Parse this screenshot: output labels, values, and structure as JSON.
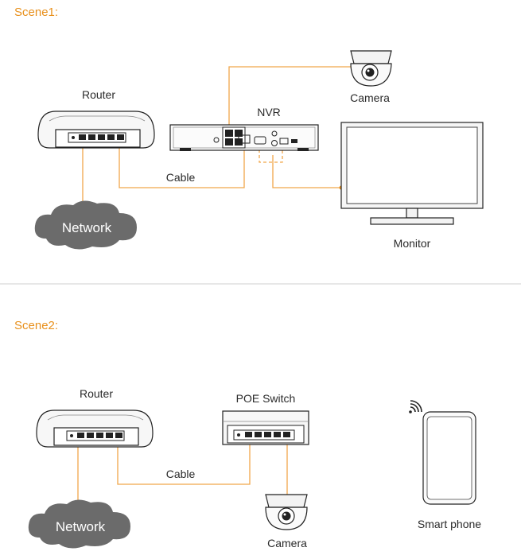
{
  "scene1": {
    "title": "Scene1:",
    "router_label": "Router",
    "camera_label": "Camera",
    "nvr_label": "NVR",
    "cable_label": "Cable",
    "network_label": "Network",
    "monitor_label": "Monitor"
  },
  "scene2": {
    "title": "Scene2:",
    "router_label": "Router",
    "poe_label": "POE Switch",
    "cable_label": "Cable",
    "network_label": "Network",
    "camera_label": "Camera",
    "phone_label": "Smart phone"
  },
  "colors": {
    "accent": "#e8901c",
    "wire": "#f0a64a",
    "cloud": "#6b6b6b",
    "divider": "#cfcfcf"
  }
}
